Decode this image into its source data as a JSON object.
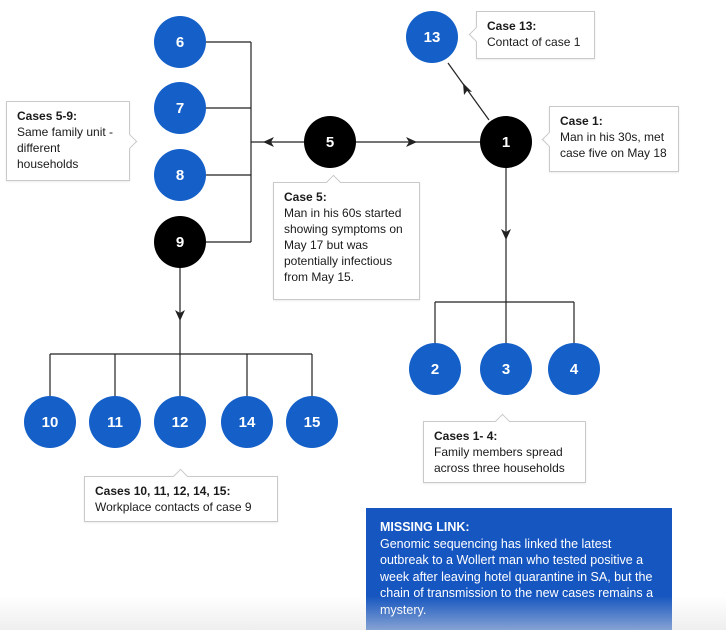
{
  "nodes": {
    "n1": "1",
    "n2": "2",
    "n3": "3",
    "n4": "4",
    "n5": "5",
    "n6": "6",
    "n7": "7",
    "n8": "8",
    "n9": "9",
    "n10": "10",
    "n11": "11",
    "n12": "12",
    "n13": "13",
    "n14": "14",
    "n15": "15"
  },
  "callouts": {
    "case13": {
      "title": "Case 13:",
      "text": "Contact of case 1"
    },
    "case1": {
      "title": "Case 1:",
      "text": "Man in his 30s, met case five on May 18"
    },
    "cases5_9": {
      "title": "Cases 5-9:",
      "text": "Same family unit - different households"
    },
    "case5": {
      "title": "Case 5:",
      "text": "Man in his 60s started showing symptoms on May 17 but was potentially infectious from May 15."
    },
    "cases1_4": {
      "title": "Cases 1- 4:",
      "text": "Family members spread across three households"
    },
    "cases10_15": {
      "title": "Cases 10, 11, 12, 14, 15:",
      "text": "Workplace contacts of case 9"
    }
  },
  "missing_link": {
    "title": "MISSING LINK:",
    "text": "Genomic sequencing has linked the latest outbreak to a Wollert man who tested positive a week after leaving hotel quarantine in SA, but the chain of transmission to the new cases remains a mystery."
  },
  "colors": {
    "blue_node": "#1460c8",
    "black_node": "#000000",
    "panel": "#1656c0"
  }
}
